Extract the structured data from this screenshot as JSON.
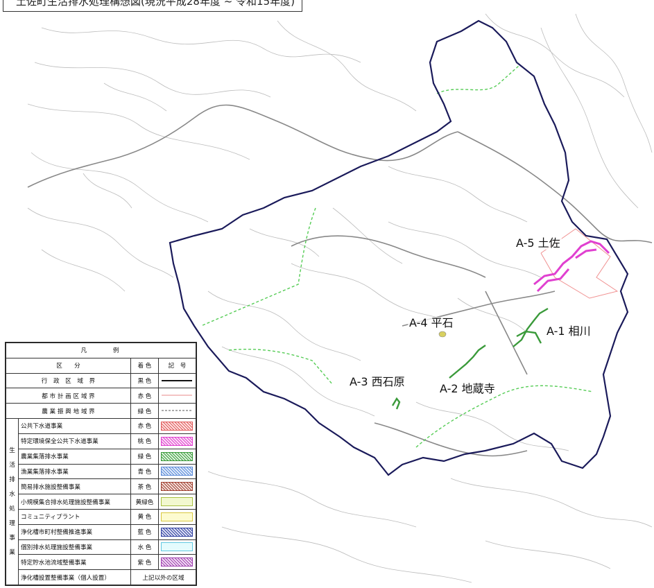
{
  "title": "土佐町生活排水処理構想図(現況平成28年度 ~ 令和15年度)",
  "map_labels": [
    {
      "id": "a5",
      "text": "A-5 土佐"
    },
    {
      "id": "a1",
      "text": "A-1 相川"
    },
    {
      "id": "a4",
      "text": "A-4 平石"
    },
    {
      "id": "a3",
      "text": "A-3 西石原"
    },
    {
      "id": "a2",
      "text": "A-2 地蔵寺"
    }
  ],
  "legend": {
    "title": "凡　　　例",
    "col_category": "区　　分",
    "col_color": "着 色",
    "col_symbol": "記　号",
    "boundary_rows": [
      {
        "label": "行　政　区　域　界",
        "color_name": "黒 色",
        "style": "solid",
        "color": "#111111"
      },
      {
        "label": "都 市 計 画 区 域 界",
        "color_name": "赤 色",
        "style": "thin",
        "color": "#e88a8a"
      },
      {
        "label": "農 業 振 興 地 域 界",
        "color_name": "緑 色",
        "style": "dashed",
        "color": "#555555"
      }
    ],
    "group_label": [
      "生",
      "活",
      "排",
      "水",
      "処",
      "理",
      "事",
      "業"
    ],
    "project_rows": [
      {
        "label": "公共下水道事業",
        "color_name": "赤 色",
        "color": "#e05a5a"
      },
      {
        "label": "特定環境保全公共下水道事業",
        "color_name": "桃 色",
        "color": "#e040d0"
      },
      {
        "label": "農業集落排水事業",
        "color_name": "緑 色",
        "color": "#3a9a3a"
      },
      {
        "label": "漁業集落排水事業",
        "color_name": "青 色",
        "color": "#5a8ad8"
      },
      {
        "label": "簡易排水施設整備事業",
        "color_name": "茶 色",
        "color": "#a04030"
      },
      {
        "label": "小規模集合排水処理施設整備事業",
        "color_name": "黄緑色",
        "color": "#c8e060"
      },
      {
        "label": "コミュニティプラント",
        "color_name": "黄 色",
        "color": "#f0e040"
      },
      {
        "label": "浄化槽市町村整備推進事業",
        "color_name": "藍 色",
        "color": "#3040a0"
      },
      {
        "label": "個別排水処理施設整備事業",
        "color_name": "水 色",
        "color": "#80e0f0"
      },
      {
        "label": "特定貯水池流域整備事業",
        "color_name": "紫 色",
        "color": "#a040b0"
      }
    ],
    "last_row": {
      "label": "浄化槽設置整備事業（個人設置）",
      "note": "上記以外の区域"
    }
  },
  "colors": {
    "admin_boundary": "#1a1a5a",
    "city_plan_boundary": "#f09090",
    "agri_boundary": "#55cc55",
    "pink_area": "#e040d0",
    "green_area": "#3a9a3a",
    "yellow_area": "#d8d060",
    "road": "#888888",
    "contour": "#bbbbbb"
  }
}
